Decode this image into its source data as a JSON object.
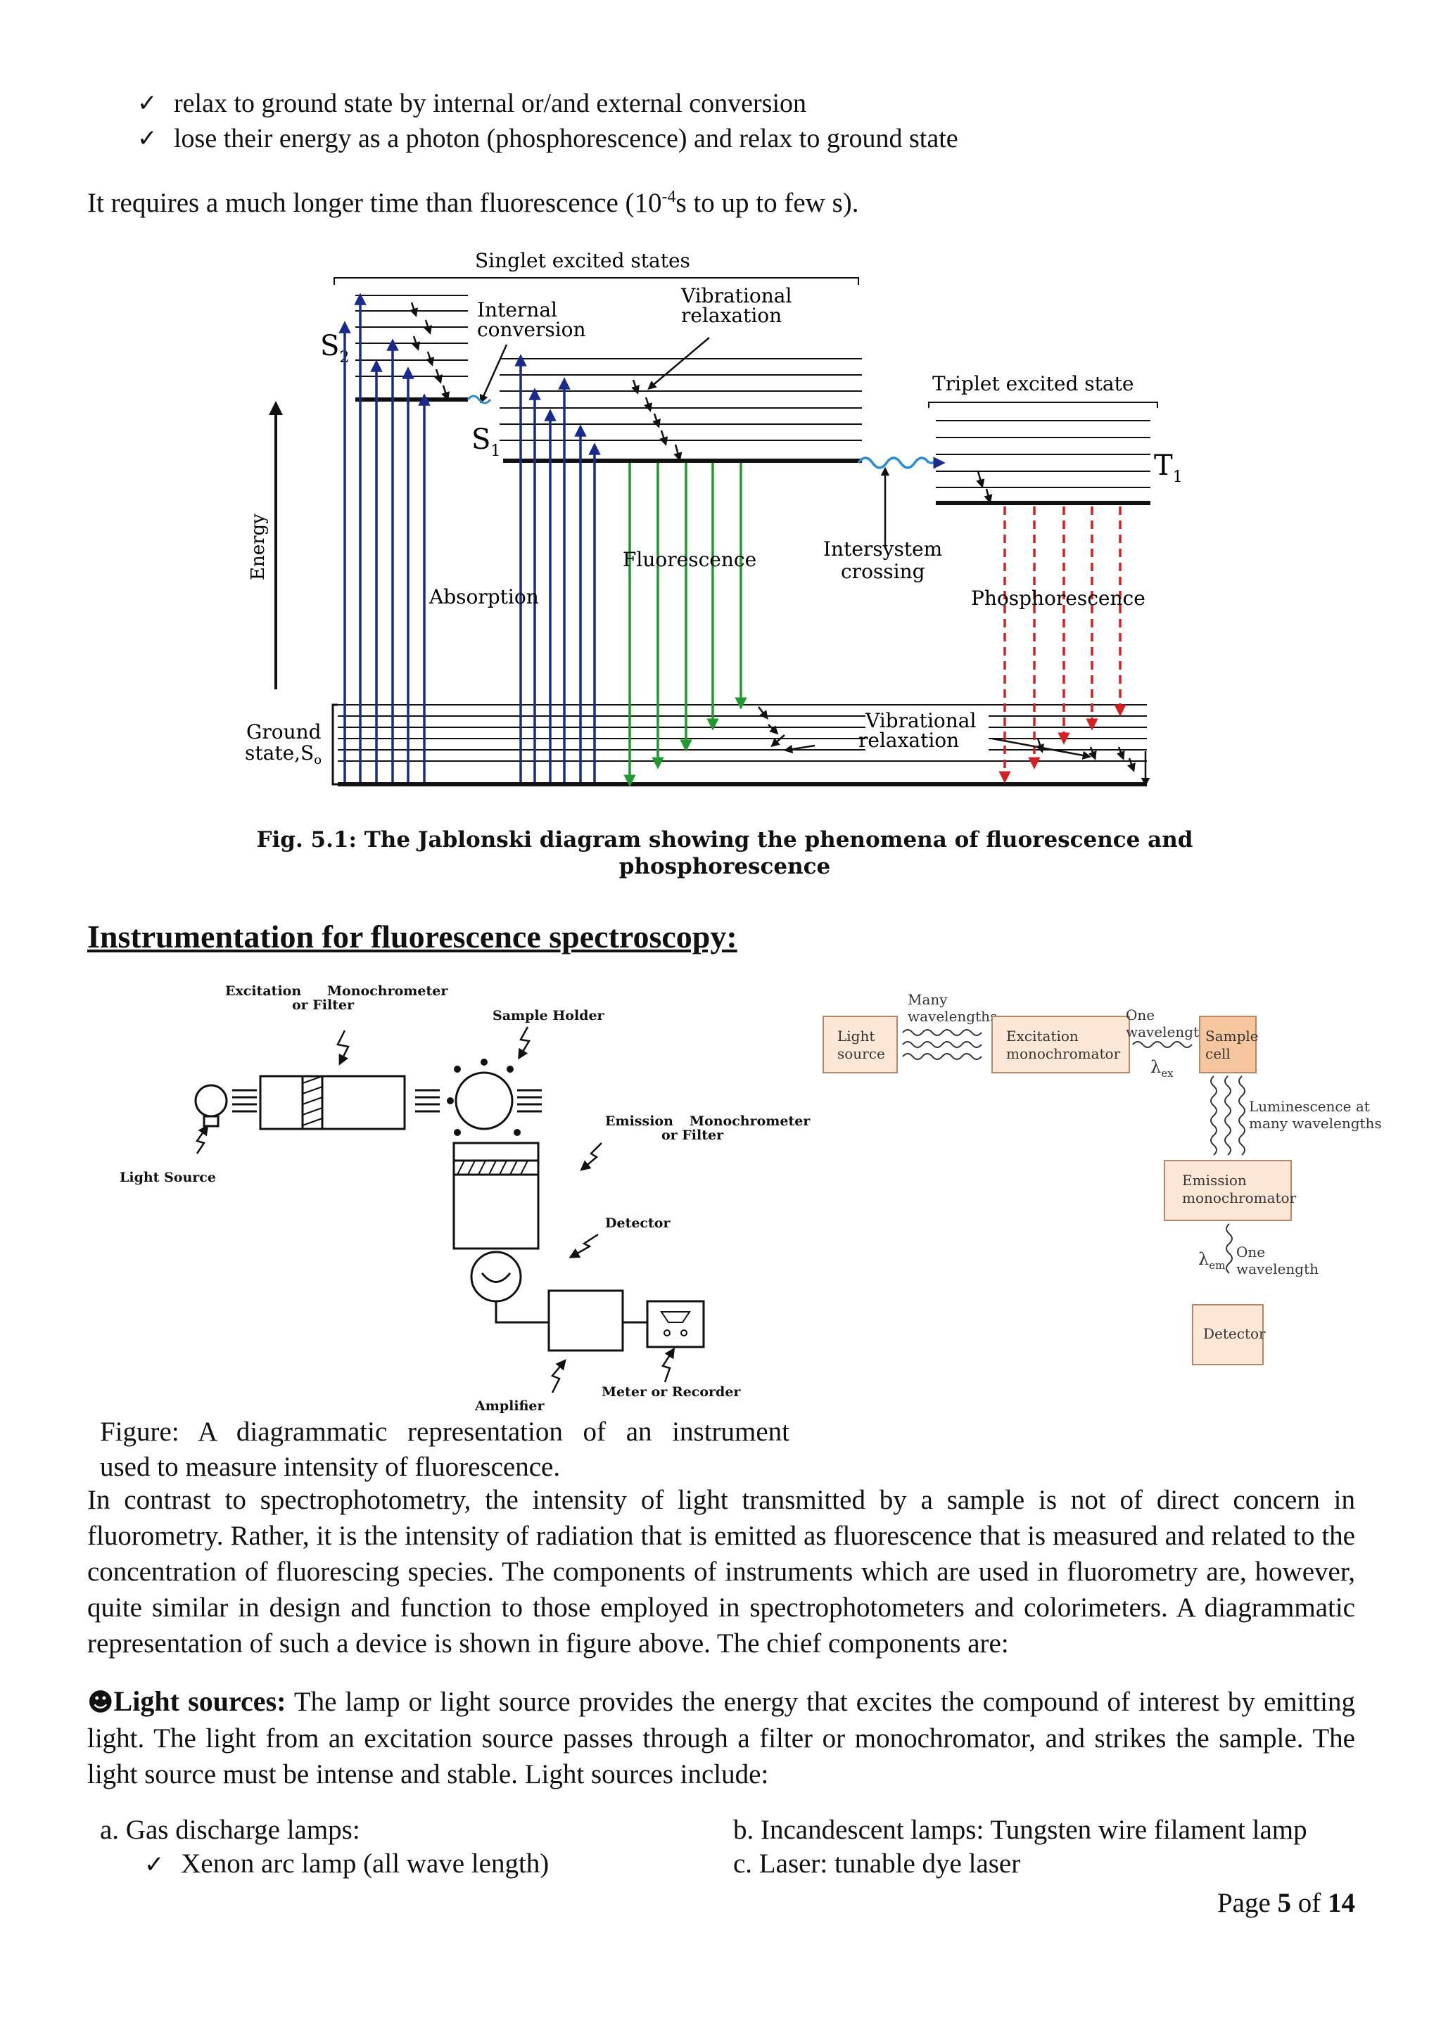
{
  "bullets_top": [
    "relax to ground state by internal or/and external conversion",
    "lose their energy as a photon (phosphorescence) and relax to ground state"
  ],
  "time_sentence": {
    "before": "It requires a much longer time than fluorescence (10",
    "exponent": "-4",
    "after": "s to up to few s)."
  },
  "jablonski": {
    "singlet_label": "Singlet excited states",
    "internal_conversion": [
      "Internal",
      "conversion"
    ],
    "vibrational_relaxation_top": [
      "Vibrational",
      "relaxation"
    ],
    "triplet_label": "Triplet excited state",
    "s2": "S",
    "s2_sub": "2",
    "s1": "S",
    "s1_sub": "1",
    "t1": "T",
    "t1_sub": "1",
    "energy": "Energy",
    "fluorescence": "Fluorescence",
    "intersystem": [
      "Intersystem",
      "crossing"
    ],
    "absorption": "Absorption",
    "phosphorescence": "Phosphorescence",
    "ground": [
      "Ground",
      "state,S"
    ],
    "ground_sub": "o",
    "vibrational_relaxation_bottom": [
      "Vibrational",
      "relaxation"
    ],
    "colors": {
      "absorption": "#1a2a8c",
      "fluorescence": "#1f9a2e",
      "phosphorescence": "#d42020",
      "isc": "#2a8bd8"
    }
  },
  "fig51_caption": [
    "Fig. 5.1: The Jablonski diagram showing the phenomena of fluorescence and",
    "phosphorescence"
  ],
  "section_heading": "Instrumentation for fluorescence spectroscopy:",
  "instrument_left": {
    "excitation": "Excitation",
    "monochromator": "Monochrometer",
    "or_filter": "or  Filter",
    "sample_holder": "Sample  Holder",
    "light_source": "Light Source",
    "emission": "Emission",
    "emission_mono": "Monochrometer",
    "emission_or": "or  Filter",
    "detector": "Detector",
    "amplifier": "Amplifier",
    "meter": "Meter  or  Recorder"
  },
  "instrument_right": {
    "many_wl": [
      "Many",
      "wavelengths"
    ],
    "light_source": [
      "Light",
      "source"
    ],
    "excitation_mono": [
      "Excitation",
      "monochromator"
    ],
    "one_wl": [
      "One",
      "wavelength"
    ],
    "lambda_ex": "λ",
    "lambda_ex_sub": "ex",
    "sample_cell": [
      "Sample",
      "cell"
    ],
    "luminescence": [
      "Luminescence at",
      "many wavelengths"
    ],
    "emission_mono": [
      "Emission",
      "monochromator"
    ],
    "lambda_em": "λ",
    "lambda_em_sub": "em",
    "one_wl2": [
      "One",
      "wavelength"
    ],
    "detector": "Detector",
    "colors": {
      "box_fill": "#fde7d6",
      "box_stroke": "#b8876a",
      "sample_fill": "#f6c79f"
    }
  },
  "figure_caption": [
    "Figure:  A  diagrammatic  representation  of  an  instrument",
    "used to measure intensity of fluorescence."
  ],
  "main_paragraph": "In contrast to spectrophotometry, the intensity of light transmitted by a sample is not of direct concern in fluorometry. Rather, it is the intensity of radiation that is emitted as fluorescence that is measured and related to the concentration of fluorescing species. The components of instruments which are used in fluorometry are, however, quite similar in design and function to those employed in spectrophotometers and colorimeters. A diagrammatic representation of such a device is shown in figure above. The chief components are:",
  "light_sources": {
    "icon": "☻",
    "title": "Light sources:",
    "text": " The lamp or light source provides the energy that excites the compound of interest by emitting light. The light from an excitation source passes through a filter or monochromator, and strikes the sample. The light source must be intense and stable. Light sources include:"
  },
  "list": {
    "a": "a.   Gas discharge lamps:",
    "a_sub": "Xenon arc lamp (all wave length)",
    "b": "b. Incandescent lamps:  Tungsten wire filament lamp",
    "c": "c. Laser: tunable dye laser"
  },
  "footer": {
    "prefix": "Page ",
    "page": "5",
    "of": " of ",
    "total": "14"
  }
}
